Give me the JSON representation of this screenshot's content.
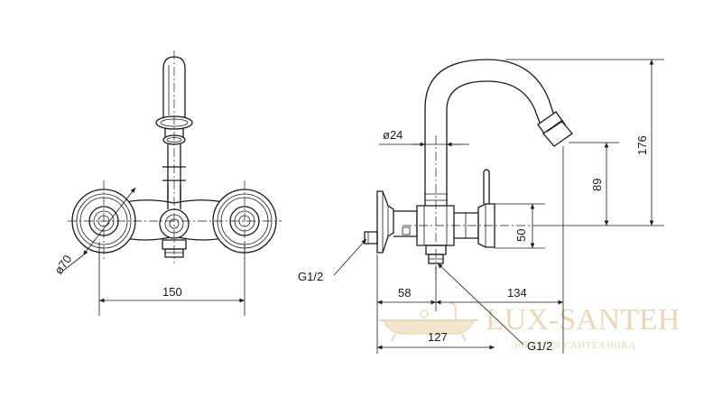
{
  "front_view": {
    "width_dim": "150",
    "flange_diameter": "ø70"
  },
  "side_view": {
    "pipe_diameter": "ø24",
    "height_total": "176",
    "spout_height": "89",
    "inlet_height": "50",
    "offset_left": "58",
    "projection_right": "134",
    "projection_total": "127",
    "thread_inlet": "G1/2",
    "thread_outlet": "G1/2"
  },
  "watermark": {
    "brand": "LUX-SANTEH",
    "tagline": "ЭЛИТНАЯ САНТЕХНИКА",
    "color": "#e9d7b8"
  }
}
